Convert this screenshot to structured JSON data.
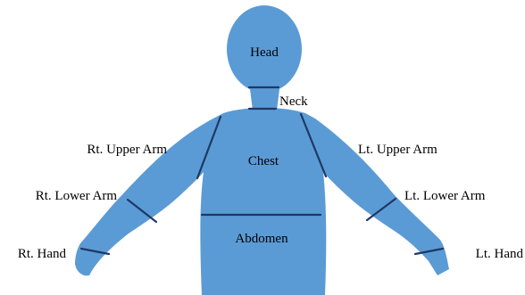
{
  "colors": {
    "body_fill": "#5b9bd5",
    "line_color": "#1f3864",
    "text": "#000000"
  },
  "labels": {
    "head": "Head",
    "neck": "Neck",
    "chest": "Chest",
    "abdomen": "Abdomen",
    "rt_upper_arm": "Rt. Upper Arm",
    "lt_upper_arm": "Lt. Upper Arm",
    "rt_lower_arm": "Rt. Lower Arm",
    "lt_lower_arm": "Lt. Lower Arm",
    "rt_hand": "Rt. Hand",
    "lt_hand": "Lt. Hand"
  }
}
